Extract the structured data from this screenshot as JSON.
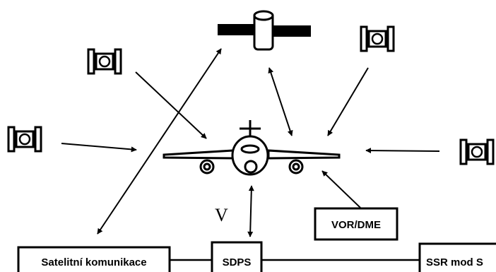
{
  "diagram": {
    "title": "",
    "boxes": {
      "satcom": "Satelitní komunikace",
      "sdps": "SDPS",
      "ssr": "SSR mod S",
      "vordme": "VOR/DME"
    },
    "v_label": "V",
    "icons": {
      "satellite": "satellite-icon",
      "aircraft": "aircraft-icon",
      "ground_station": "ground-station-icon"
    },
    "colors": {
      "line": "#000000",
      "background": "#ffffff"
    }
  }
}
